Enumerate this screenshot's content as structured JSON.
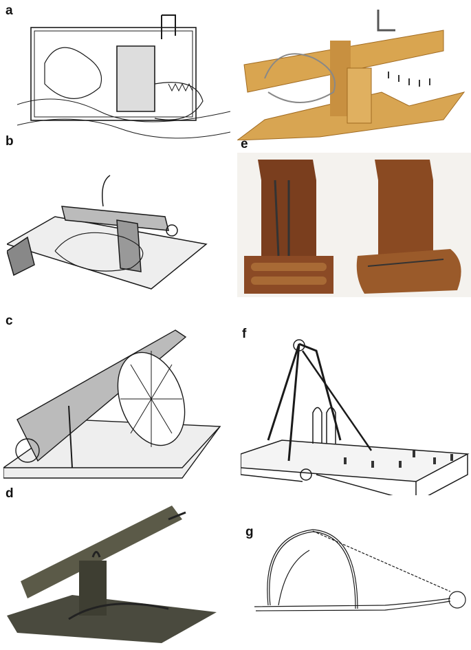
{
  "figure": {
    "panels": [
      {
        "label": "a"
      },
      {
        "label": "b"
      },
      {
        "label": "c"
      },
      {
        "label": "d"
      },
      {
        "label": "e"
      },
      {
        "label": "f"
      },
      {
        "label": "g"
      }
    ]
  },
  "colors": {
    "ink": "#1a1a1a",
    "wood_light": "#d9a550",
    "wood_dark": "#7a3e1e",
    "wood_grey": "#4a4a3e"
  }
}
